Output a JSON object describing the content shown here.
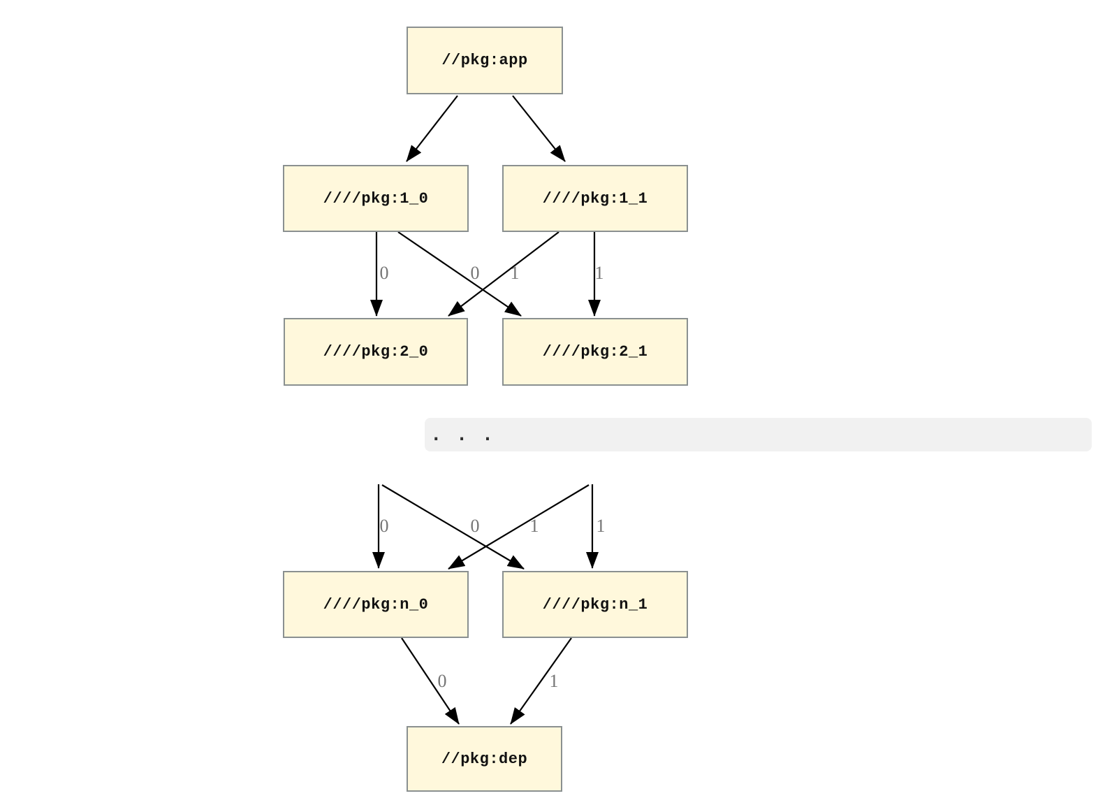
{
  "diagram": {
    "type": "dependency-graph",
    "nodes": [
      {
        "id": "app",
        "label": "//pkg:app"
      },
      {
        "id": "1_0",
        "label": "////pkg:1_0"
      },
      {
        "id": "1_1",
        "label": "////pkg:1_1"
      },
      {
        "id": "2_0",
        "label": "////pkg:2_0"
      },
      {
        "id": "2_1",
        "label": "////pkg:2_1"
      },
      {
        "id": "n_0",
        "label": "////pkg:n_0"
      },
      {
        "id": "n_1",
        "label": "////pkg:n_1"
      },
      {
        "id": "dep",
        "label": "//pkg:dep"
      }
    ],
    "edges": [
      {
        "from": "//pkg:app",
        "to": "////pkg:1_0",
        "label": ""
      },
      {
        "from": "//pkg:app",
        "to": "////pkg:1_1",
        "label": ""
      },
      {
        "from": "////pkg:1_0",
        "to": "////pkg:2_0",
        "label": "0"
      },
      {
        "from": "////pkg:1_0",
        "to": "////pkg:2_1",
        "label": "0"
      },
      {
        "from": "////pkg:1_1",
        "to": "////pkg:2_0",
        "label": "1"
      },
      {
        "from": "////pkg:1_1",
        "to": "////pkg:2_1",
        "label": "1"
      },
      {
        "from": "...",
        "to": "////pkg:n_0",
        "label": "0"
      },
      {
        "from": "...",
        "to": "////pkg:n_1",
        "label": "0"
      },
      {
        "from": "...",
        "to": "////pkg:n_0",
        "label": "1"
      },
      {
        "from": "...",
        "to": "////pkg:n_1",
        "label": "1"
      },
      {
        "from": "////pkg:n_0",
        "to": "//pkg:dep",
        "label": "0"
      },
      {
        "from": "////pkg:n_1",
        "to": "//pkg:dep",
        "label": "1"
      }
    ],
    "ellipsis": ". . .",
    "colors": {
      "node_fill": "#FFF8DC",
      "node_border": "#8A9090",
      "edge": "#000000",
      "edge_label": "#757575",
      "ellipsis_band": "#F1F1F1",
      "background": "#FFFFFF"
    }
  }
}
